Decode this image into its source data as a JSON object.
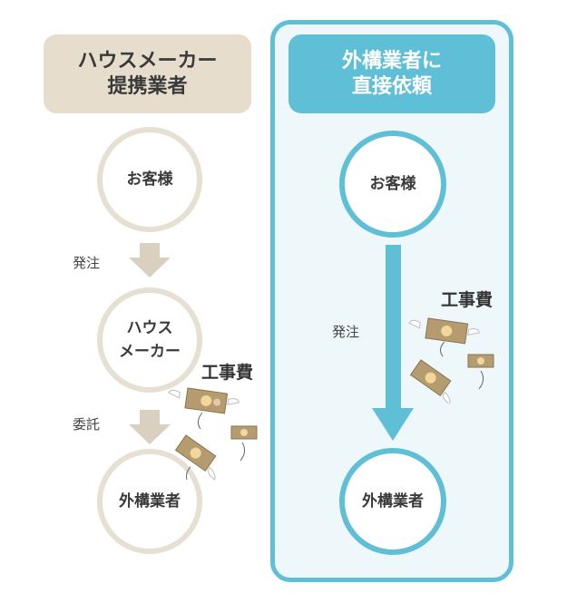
{
  "left": {
    "title_line1": "ハウスメーカー",
    "title_line2": "提携業者",
    "customer": "お客様",
    "order": "発注",
    "housemaker_line1": "ハウス",
    "housemaker_line2": "メーカー",
    "commission": "委託",
    "contractor": "外構業者",
    "fee": "工事費"
  },
  "right": {
    "title_line1": "外構業者に",
    "title_line2": "直接依頼",
    "customer": "お客様",
    "order": "発注",
    "contractor": "外構業者",
    "fee": "工事費"
  },
  "colors": {
    "beige": "#e6ddcc",
    "blue": "#5fbfd6",
    "panel_bg": "#eef8fb"
  }
}
